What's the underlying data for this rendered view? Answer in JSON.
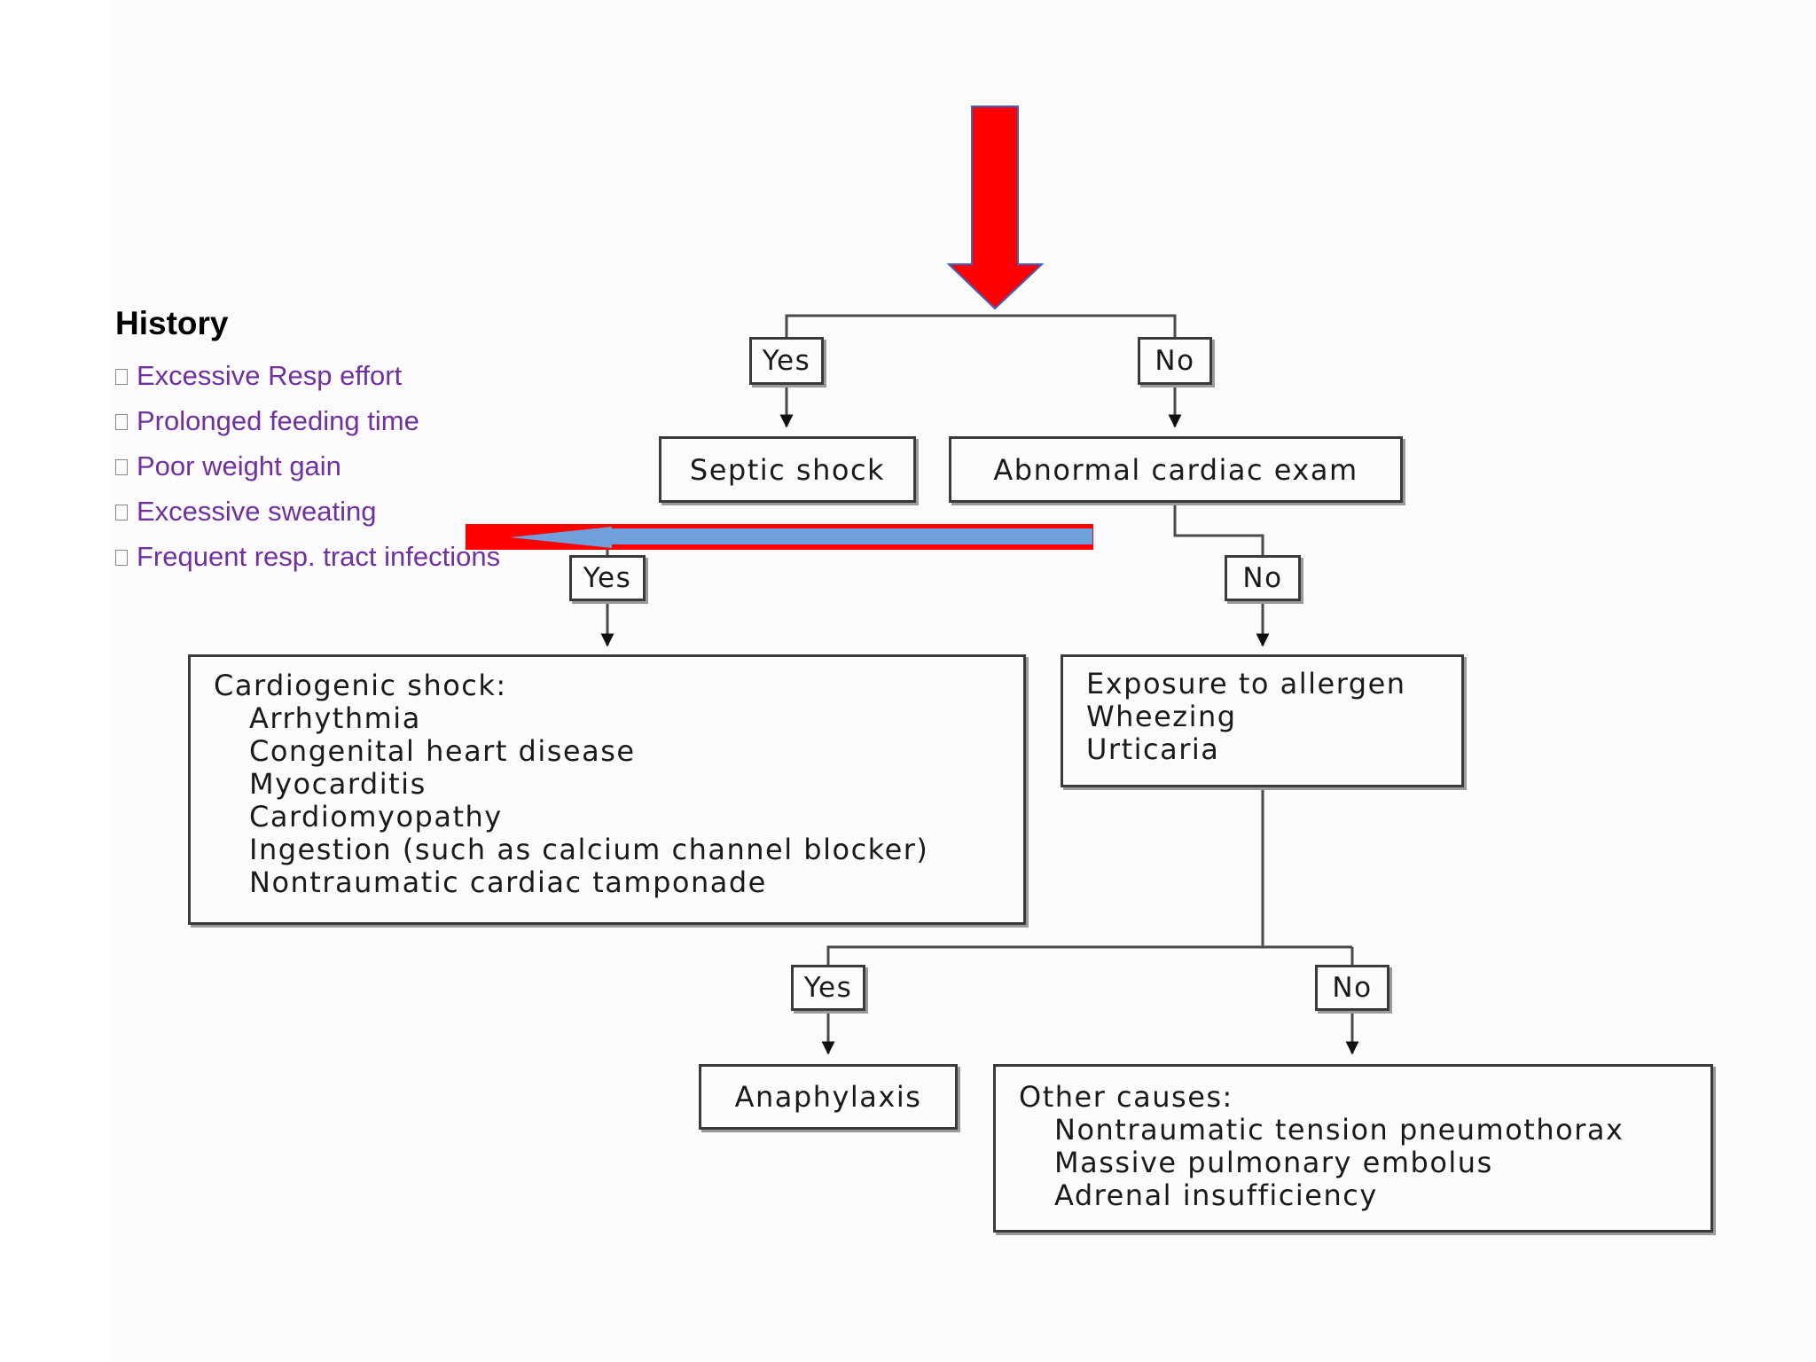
{
  "history": {
    "title": "History",
    "items": [
      "Excessive Resp effort",
      "Prolonged feeding time",
      "Poor weight gain",
      "Excessive sweating",
      "Frequent resp. tract infections"
    ],
    "color": "#7030a0"
  },
  "flowchart": {
    "branch1": {
      "yes": "Yes",
      "no": "No"
    },
    "septic_shock": "Septic shock",
    "abnormal_cardiac_exam": "Abnormal cardiac exam",
    "branch2": {
      "yes": "Yes",
      "no": "No"
    },
    "cardiogenic": {
      "title": "Cardiogenic shock:",
      "items": [
        "Arrhythmia",
        "Congenital heart disease",
        "Myocarditis",
        "Cardiomyopathy",
        "Ingestion (such as calcium channel blocker)",
        "Nontraumatic cardiac tamponade"
      ]
    },
    "allergen": {
      "items": [
        "Exposure to allergen",
        "Wheezing",
        "Urticaria"
      ]
    },
    "branch3": {
      "yes": "Yes",
      "no": "No"
    },
    "anaphylaxis": "Anaphylaxis",
    "other": {
      "title": "Other causes:",
      "items": [
        "Nontraumatic tension pneumothorax",
        "Massive pulmonary embolus",
        "Adrenal insufficiency"
      ]
    }
  },
  "colors": {
    "arrow_red": "#ff0000",
    "arrow_blue": "#6fa0dc",
    "line": "#3a3a3a"
  }
}
